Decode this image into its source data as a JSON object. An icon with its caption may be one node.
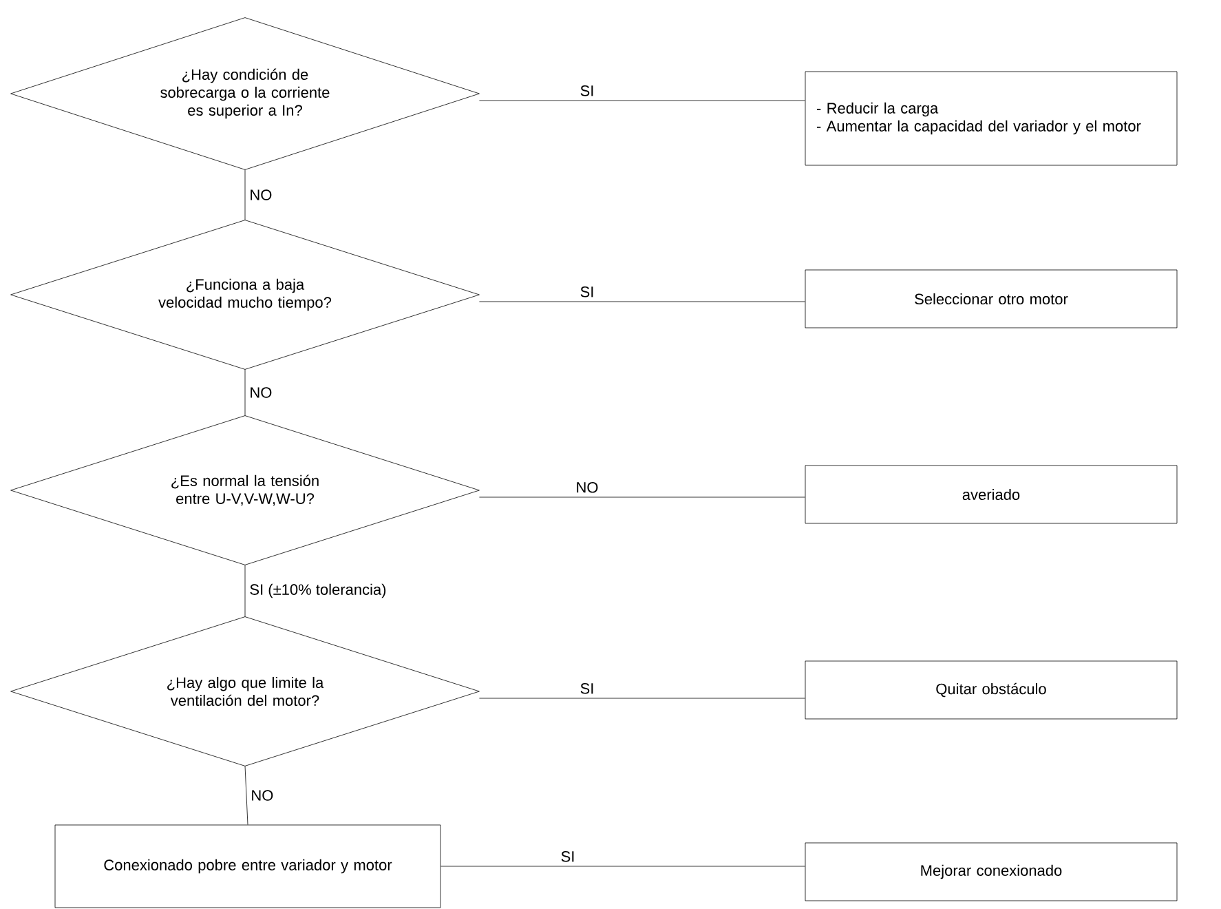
{
  "diagram": {
    "nodes": [
      {
        "text": [
          "¿Hay condición de sobrecarga o la corriente es superior a In?"
        ]
      },
      {
        "text": [
          "- Reducir la carga",
          "- Aumentar la capacidad del variador y el motor"
        ]
      },
      {
        "text": [
          "¿Funciona a baja velocidad mucho tiempo?"
        ]
      },
      {
        "text": [
          "Seleccionar otro motor"
        ]
      },
      {
        "text": [
          "¿Es normal la tensión entre U-V,V-W,W-U?"
        ]
      },
      {
        "text": [
          "averiado"
        ]
      },
      {
        "text": [
          "¿Hay algo que limite la ventilación del motor?"
        ]
      },
      {
        "text": [
          "Quitar obstáculo"
        ]
      },
      {
        "text": [
          "Conexionado pobre entre variador y motor"
        ]
      },
      {
        "text": [
          "Mejorar conexionado"
        ]
      }
    ],
    "edges": [
      {
        "from": 0,
        "to": 1,
        "arrow": "none",
        "label": "SI"
      },
      {
        "from": 0,
        "to": 2,
        "arrow": "none",
        "label": "NO"
      },
      {
        "from": 2,
        "to": 3,
        "arrow": "none",
        "label": "SI"
      },
      {
        "from": 2,
        "to": 4,
        "arrow": "none",
        "label": "NO"
      },
      {
        "from": 4,
        "to": 5,
        "arrow": "none",
        "label": "NO"
      },
      {
        "from": 4,
        "to": 6,
        "arrow": "none",
        "label": "SI (±10% tolerancia)"
      },
      {
        "from": 6,
        "to": 7,
        "arrow": "none",
        "label": "SI"
      },
      {
        "from": 6,
        "to": 8,
        "arrow": "none",
        "label": "NO"
      },
      {
        "from": 8,
        "to": 9,
        "arrow": "none",
        "label": "SI"
      }
    ]
  }
}
